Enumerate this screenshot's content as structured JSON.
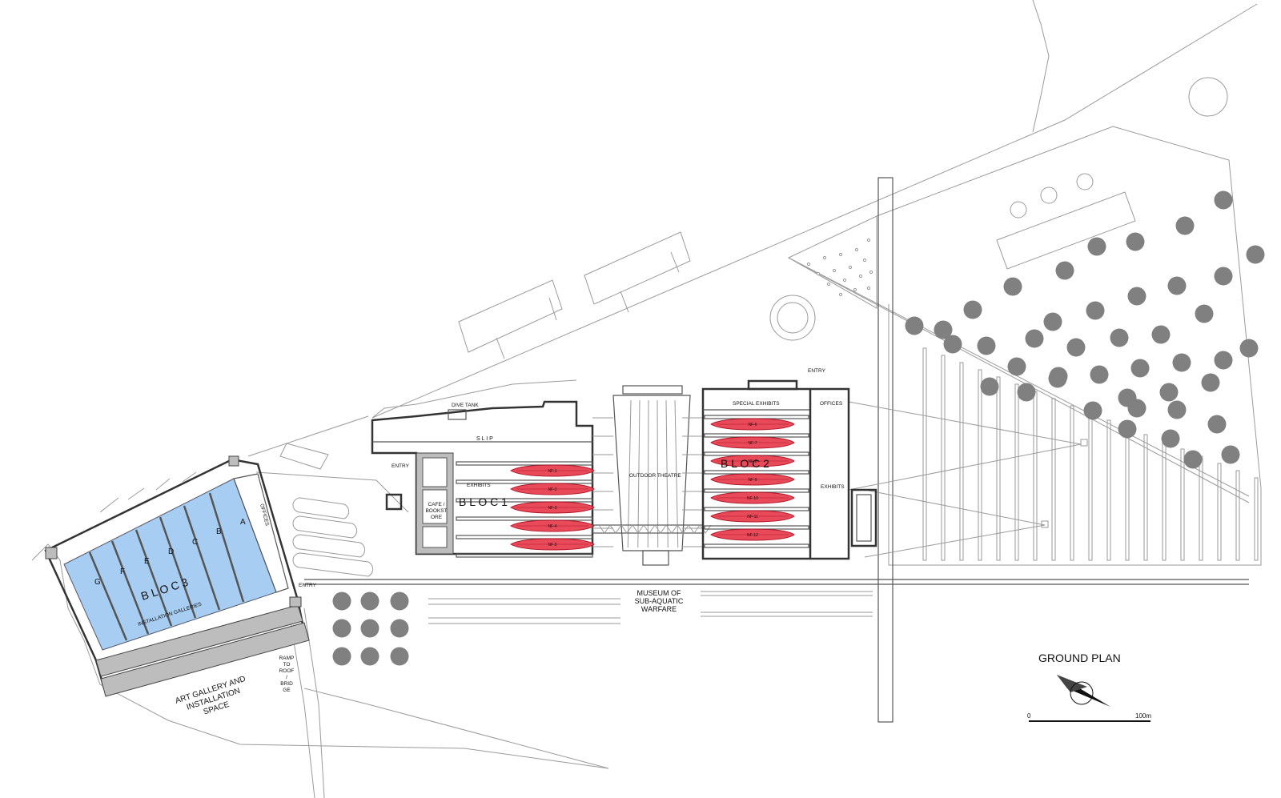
{
  "plan": {
    "title": "GROUND PLAN",
    "scale_start": "0",
    "scale_end": "100m"
  },
  "labels": {
    "dive_tank": "DIVE TANK",
    "slip": "S L I P",
    "entry_left": "ENTRY",
    "entry_top": "ENTRY",
    "entry_bloc3": "ENTRY",
    "exhibits_1": "EXHIBITS",
    "exhibits_2": "EXHIBITS",
    "cafe_line1": "CAFE /",
    "cafe_line2": "BOOKST",
    "cafe_line3": "ORE",
    "bloc1": "B L O C  1",
    "bloc2": "B L O C  2",
    "bloc3": "B L O C 3",
    "outdoor_theatre": "OUTDOOR THEATRE",
    "special_exhibits": "SPECIAL EXHIBITS",
    "offices_bloc2": "OFFICES",
    "offices_bloc3": "OFFICES",
    "installation_galleries": "INSTALLATION GALLERIES",
    "museum_line1": "MUSEUM OF",
    "museum_line2": "SUB-AQUATIC",
    "museum_line3": "WARFARE",
    "ramp_line1": "RAMP",
    "ramp_line2": "TO",
    "ramp_line3": "ROOF",
    "ramp_line4": "/",
    "ramp_line5": "BRID",
    "ramp_line6": "GE",
    "art_line1": "ART GALLERY AND",
    "art_line2": "INSTALLATION",
    "art_line3": "SPACE"
  },
  "galleries": [
    "A",
    "B",
    "C",
    "D",
    "E",
    "F",
    "G"
  ],
  "submarines": {
    "bloc1": [
      "NF-1",
      "NF-2",
      "NF-3",
      "NF-4",
      "NF-5"
    ],
    "bloc2": [
      "NF-6",
      "NF-7",
      "NF-8",
      "NF-9",
      "NF-10",
      "NF-11",
      "NF-12"
    ]
  },
  "colors": {
    "gallery_fill": "#a7cdf2",
    "submarine_fill": "#e84a5a",
    "tree_fill": "#808080",
    "line": "#9a9a9a"
  }
}
